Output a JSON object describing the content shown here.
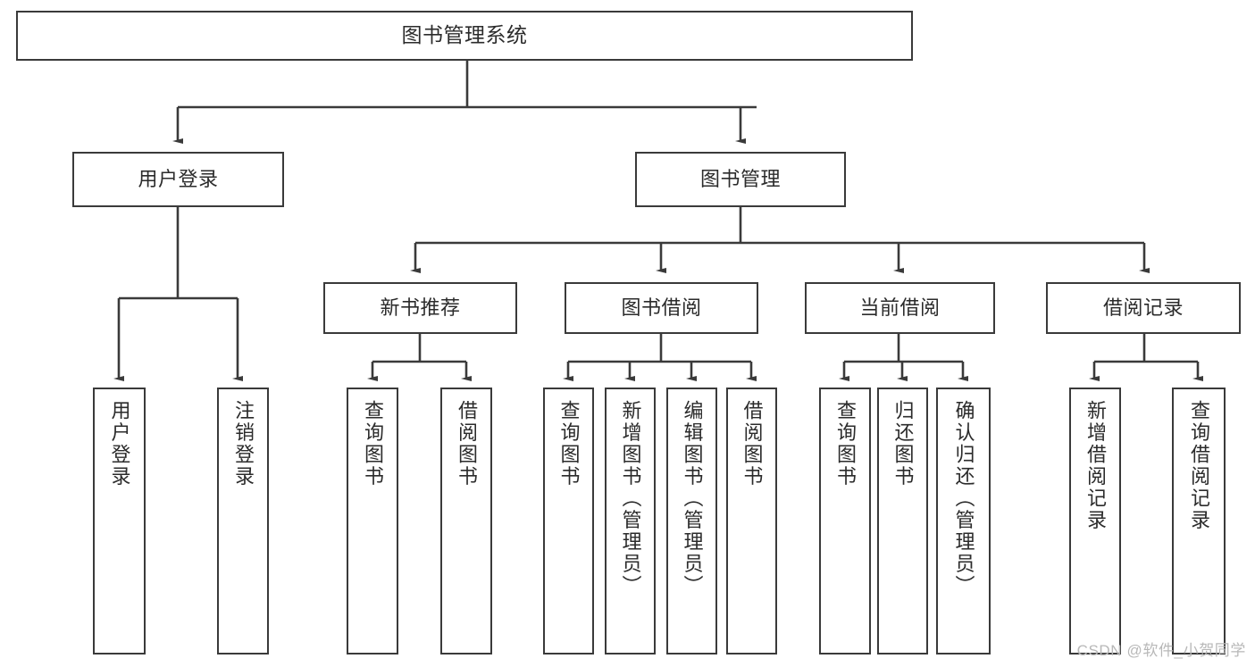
{
  "diagram": {
    "title": "图书管理系统",
    "type": "tree-hierarchy-chart",
    "colors": {
      "stroke": "#3a3a3a",
      "fill": "#ffffff",
      "text": "#2b2b2b",
      "watermark": "#b8b8b8"
    },
    "levels": {
      "root": {
        "label": "图书管理系统"
      },
      "level2": [
        {
          "label": "用户登录"
        },
        {
          "label": "图书管理"
        }
      ],
      "level3": [
        {
          "label": "新书推荐"
        },
        {
          "label": "图书借阅"
        },
        {
          "label": "当前借阅"
        },
        {
          "label": "借阅记录"
        }
      ],
      "leaves": {
        "user_login": [
          {
            "label": "用户登录"
          },
          {
            "label": "注销登录"
          }
        ],
        "new_book_recommend": [
          {
            "label": "查询图书"
          },
          {
            "label": "借阅图书"
          }
        ],
        "book_borrow": [
          {
            "label": "查询图书"
          },
          {
            "label": "新增图书（管理员）"
          },
          {
            "label": "编辑图书（管理员）"
          },
          {
            "label": "借阅图书"
          }
        ],
        "current_borrow": [
          {
            "label": "查询图书"
          },
          {
            "label": "归还图书"
          },
          {
            "label": "确认归还（管理员）"
          }
        ],
        "borrow_record": [
          {
            "label": "新增借阅记录"
          },
          {
            "label": "查询借阅记录"
          }
        ]
      }
    },
    "watermark": "CSDN @软件_小贺同学"
  }
}
